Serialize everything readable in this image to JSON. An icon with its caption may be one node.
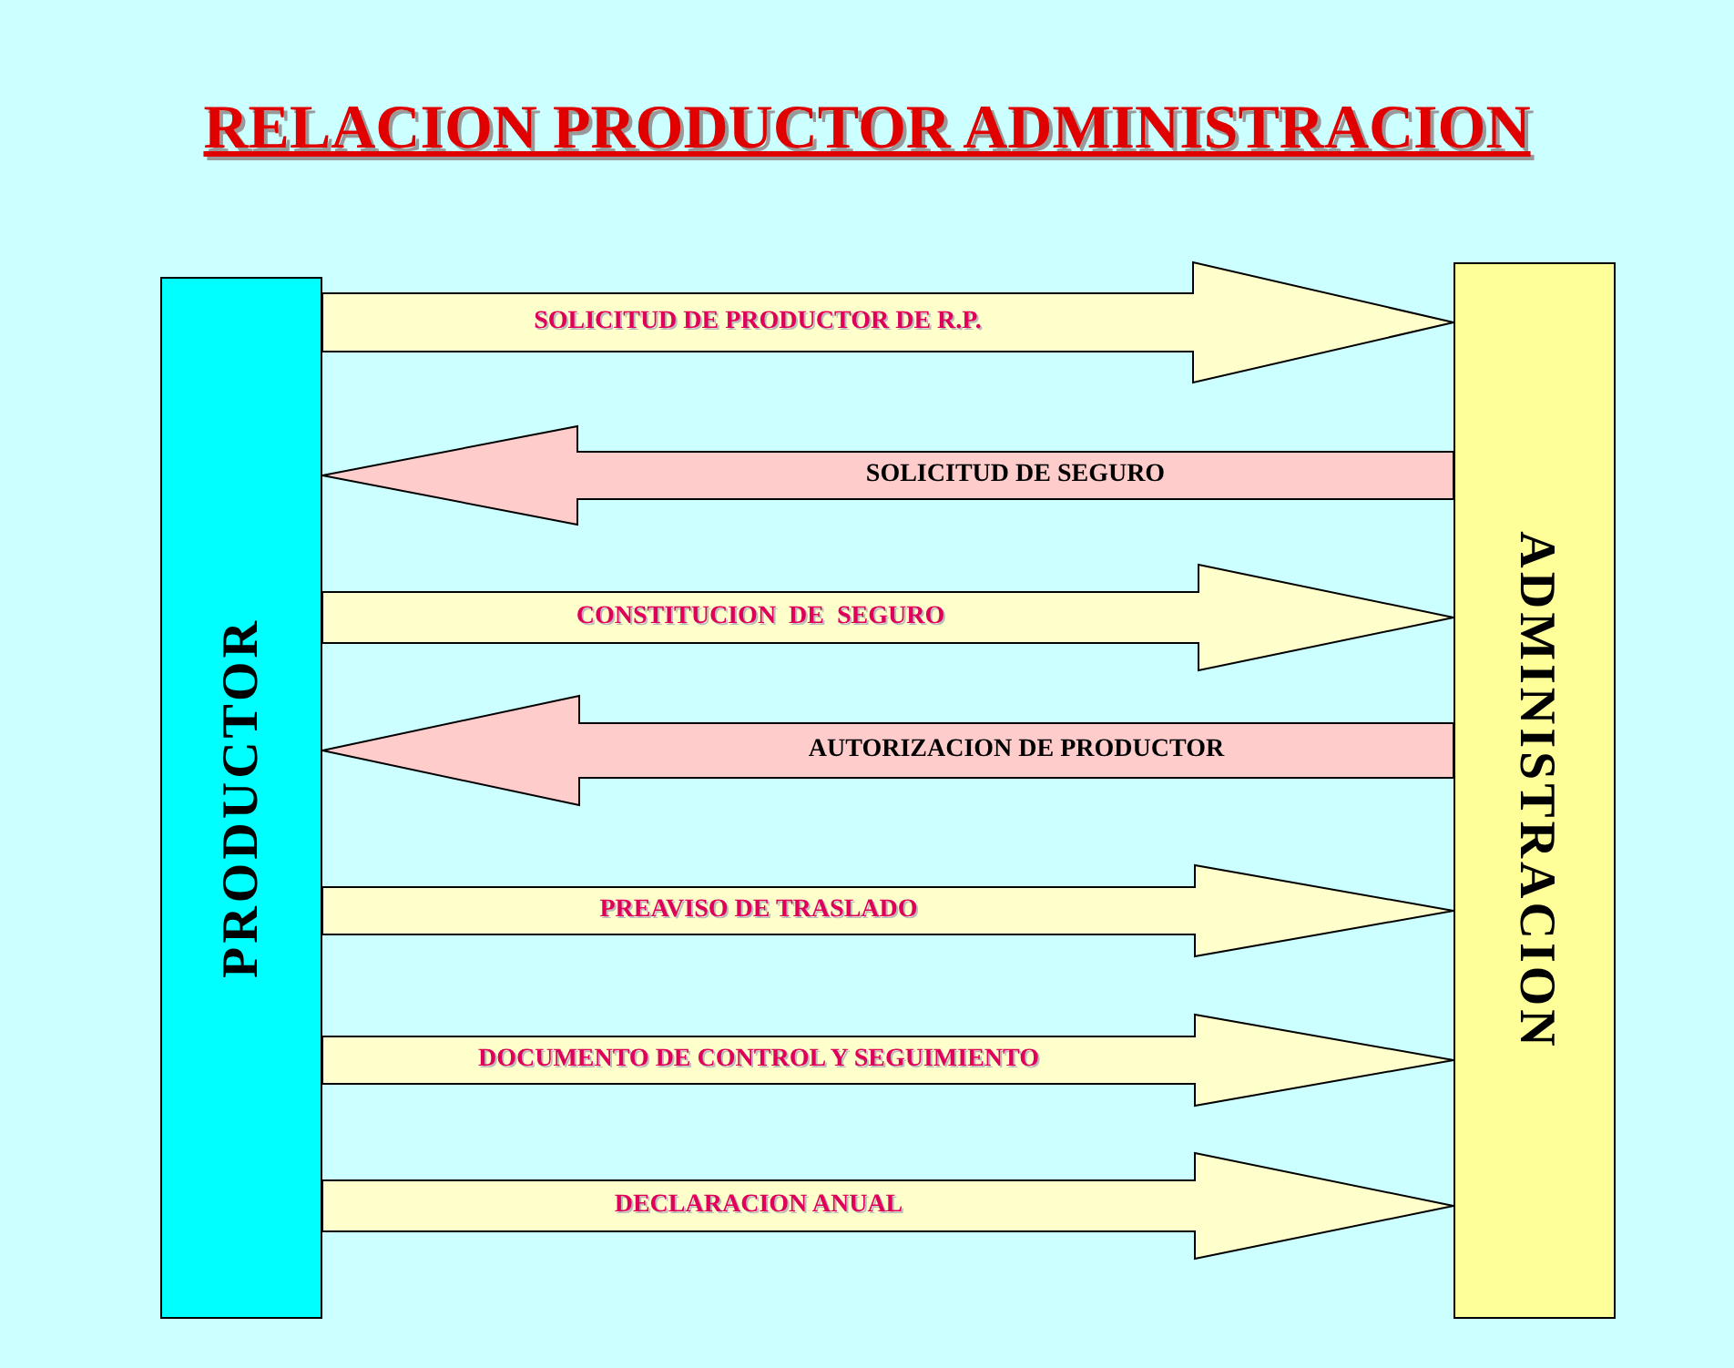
{
  "diagram": {
    "title": "RELACION PRODUCTOR ADMINISTRACION",
    "nodes": [
      {
        "text": [
          "PRODUCTOR"
        ]
      },
      {
        "text": [
          "ADMINISTRACION"
        ]
      }
    ],
    "edges": [
      {
        "from": 0,
        "to": 1,
        "arrow": "to",
        "label": "SOLICITUD DE PRODUCTOR DE R.P."
      },
      {
        "from": 1,
        "to": 0,
        "arrow": "to",
        "label": "SOLICITUD DE SEGURO",
        "color": "#ffcccc"
      },
      {
        "from": 0,
        "to": 1,
        "arrow": "to",
        "label": "CONSTITUCION  DE  SEGURO"
      },
      {
        "from": 1,
        "to": 0,
        "arrow": "to",
        "label": "AUTORIZACION DE PRODUCTOR",
        "color": "#ffcccc"
      },
      {
        "from": 0,
        "to": 1,
        "arrow": "to",
        "label": "PREAVISO DE TRASLADO"
      },
      {
        "from": 0,
        "to": 1,
        "arrow": "to",
        "label": "DOCUMENTO DE CONTROL Y SEGUIMIENTO"
      },
      {
        "from": 0,
        "to": 1,
        "arrow": "to",
        "label": "DECLARACION ANUAL"
      }
    ]
  }
}
